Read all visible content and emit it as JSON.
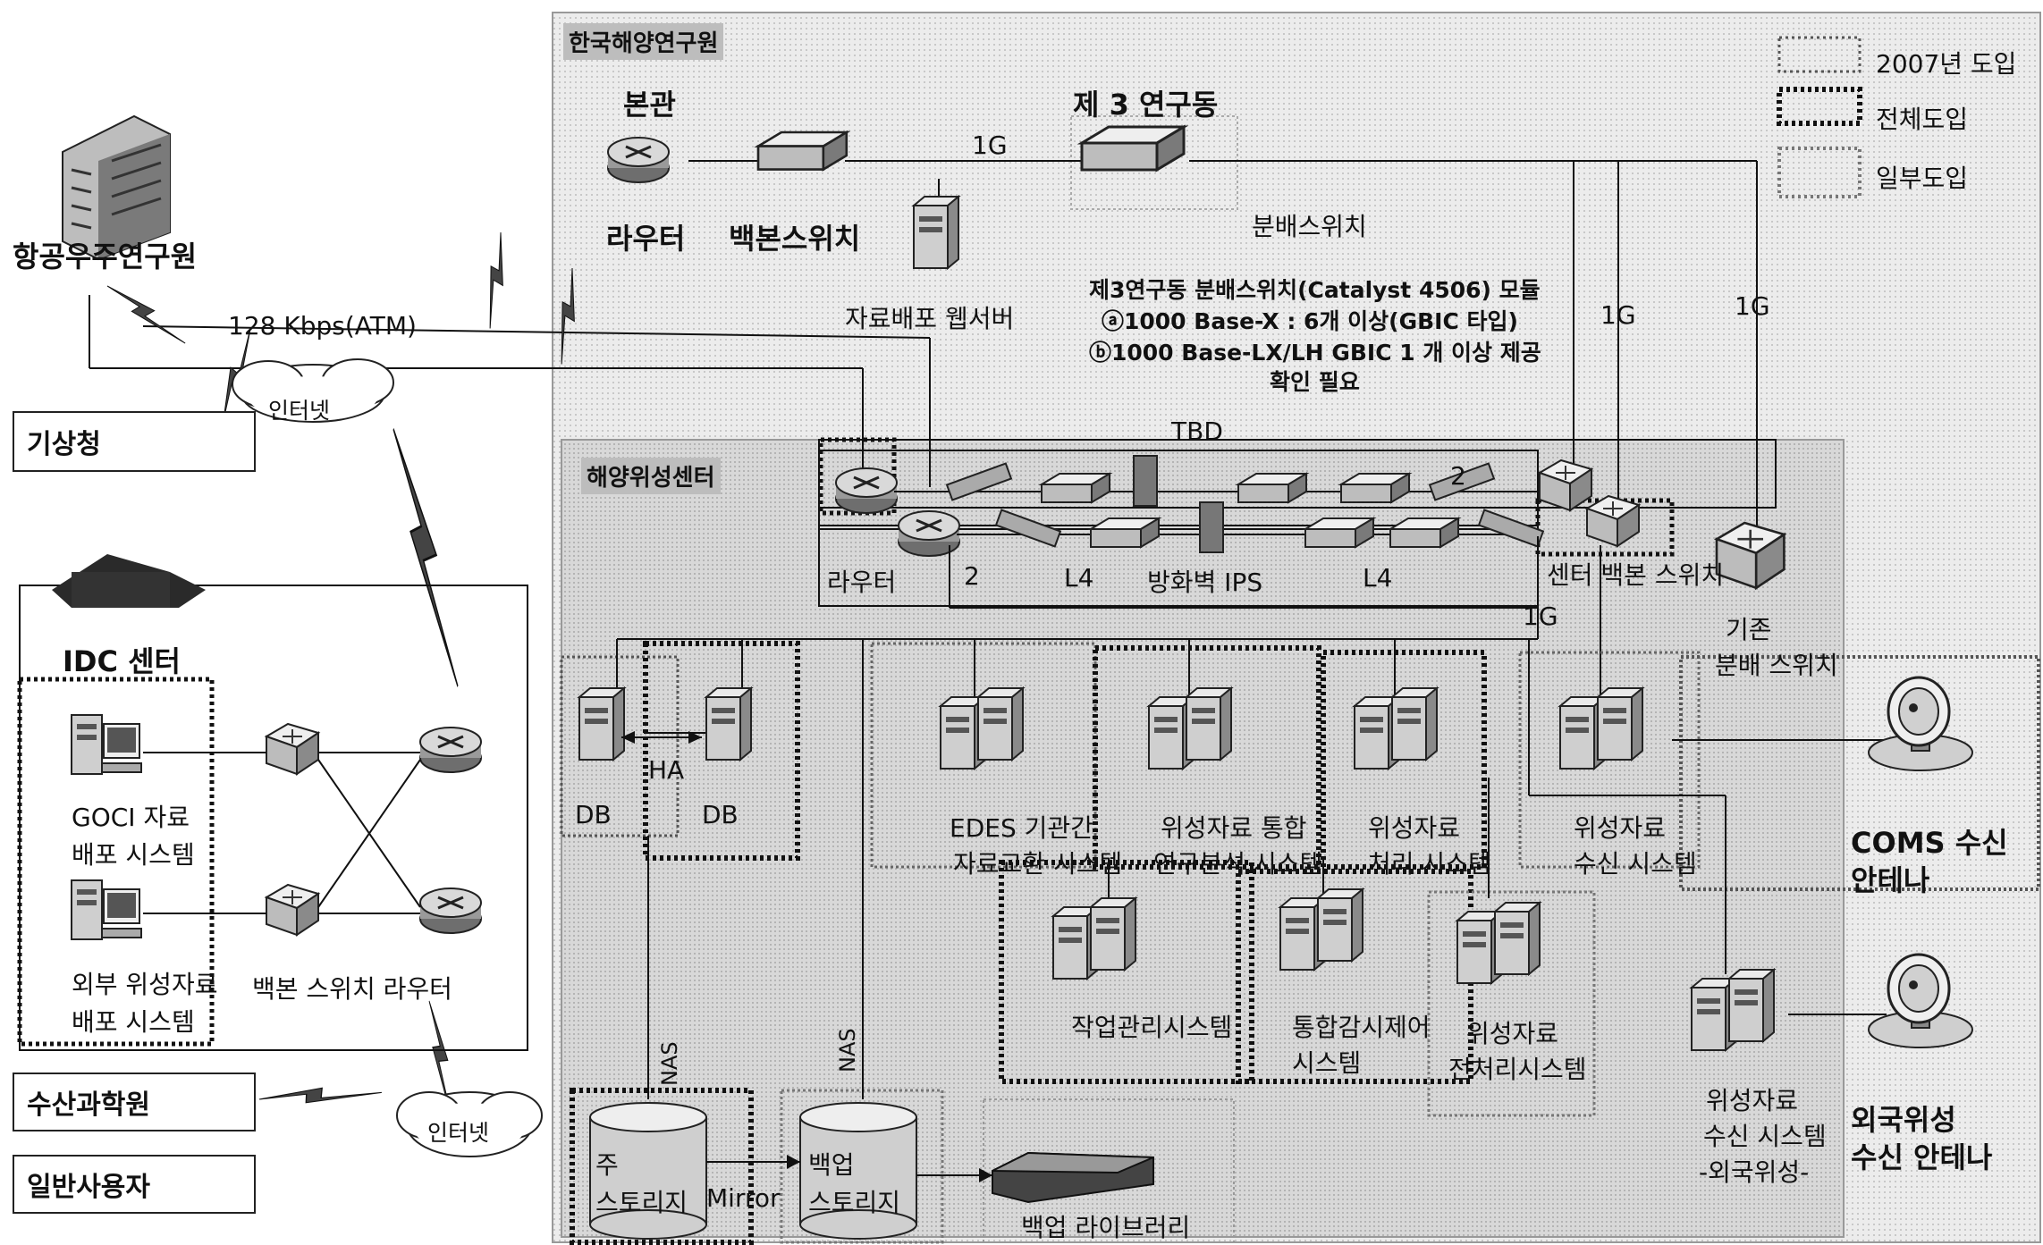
{
  "zones": {
    "kiost": "한국해양연구원",
    "satellite_center": "해양위성센터"
  },
  "legend": {
    "item_2007": "2007년 도입",
    "item_full": "전체도입",
    "item_partial": "일부도입"
  },
  "left": {
    "kari": "항공우주연구원",
    "kma": "기상청",
    "link_speed": "128 Kbps(ATM)",
    "internet_top": "인터넷",
    "idc_title": "IDC 센터",
    "goci_line1": "GOCI 자료",
    "goci_line2": "배포 시스템",
    "ext_line1": "외부 위성자료",
    "ext_line2": "배포 시스템",
    "backbone_router": "백본 스위치 라우터",
    "nfrdi": "수산과학원",
    "general_users": "일반사용자",
    "internet_bottom": "인터넷"
  },
  "top": {
    "main_building": "본관",
    "router": "라우터",
    "backbone_switch": "백본스위치",
    "link_1g": "1G",
    "web_server": "자료배포 웹서버",
    "building3": "제 3 연구동",
    "dist_switch": "분배스위치",
    "note_line1": "제3연구동 분배스위치(Catalyst 4506) 모듈",
    "note_line2": "ⓐ1000 Base-X : 6개 이상(GBIC 타입)",
    "note_line3": "ⓑ1000 Base-LX/LH GBIC 1 개 이상 제공",
    "note_line4": "확인 필요",
    "link_1g_a": "1G",
    "link_1g_b": "1G"
  },
  "center": {
    "tbd": "TBD",
    "router": "라우터",
    "num2_a": "2",
    "num2_b": "2",
    "l4_a": "L4",
    "firewall_ips": "방화벽 IPS",
    "l4_b": "L4",
    "center_backbone": "센터 백본 스위치",
    "link_1g": "1G",
    "legacy_line1": "기존",
    "legacy_line2": "분배 스위치",
    "db_a": "DB",
    "ha": "HA",
    "db_b": "DB",
    "edes_line1": "EDES 기관간",
    "edes_line2": "자료교환 시스템",
    "integrated_line1": "위성자료 통합",
    "integrated_line2": "연구분석 시스템",
    "processing_line1": "위성자료",
    "processing_line2": "처리 시스템",
    "receive_line1": "위성자료",
    "receive_line2": "수신 시스템",
    "coms_line1": "COMS 수신",
    "coms_line2": "안테나",
    "job_mgmt": "작업관리시스템",
    "monitor_line1": "통합감시제어",
    "monitor_line2": "시스템",
    "preproc_line1": "위성자료",
    "preproc_line2": "전처리시스템",
    "foreign_rx_line1": "위성자료",
    "foreign_rx_line2": "수신 시스템",
    "foreign_rx_line3": "-외국위성-",
    "foreign_ant_line1": "외국위성",
    "foreign_ant_line2": "수신 안테나",
    "nas_a": "NAS",
    "nas_b": "NAS",
    "main_storage_line1": "주",
    "main_storage_line2": "스토리지",
    "mirror": "Mirror",
    "backup_storage_line1": "백업",
    "backup_storage_line2": "스토리지",
    "backup_library": "백업 라이브러리"
  },
  "colors": {
    "zone_fill": "#e6e6e6",
    "center_fill": "#d9d9d9",
    "line": "#111111",
    "server_body": "#d0d0d0",
    "server_dark": "#555555"
  }
}
